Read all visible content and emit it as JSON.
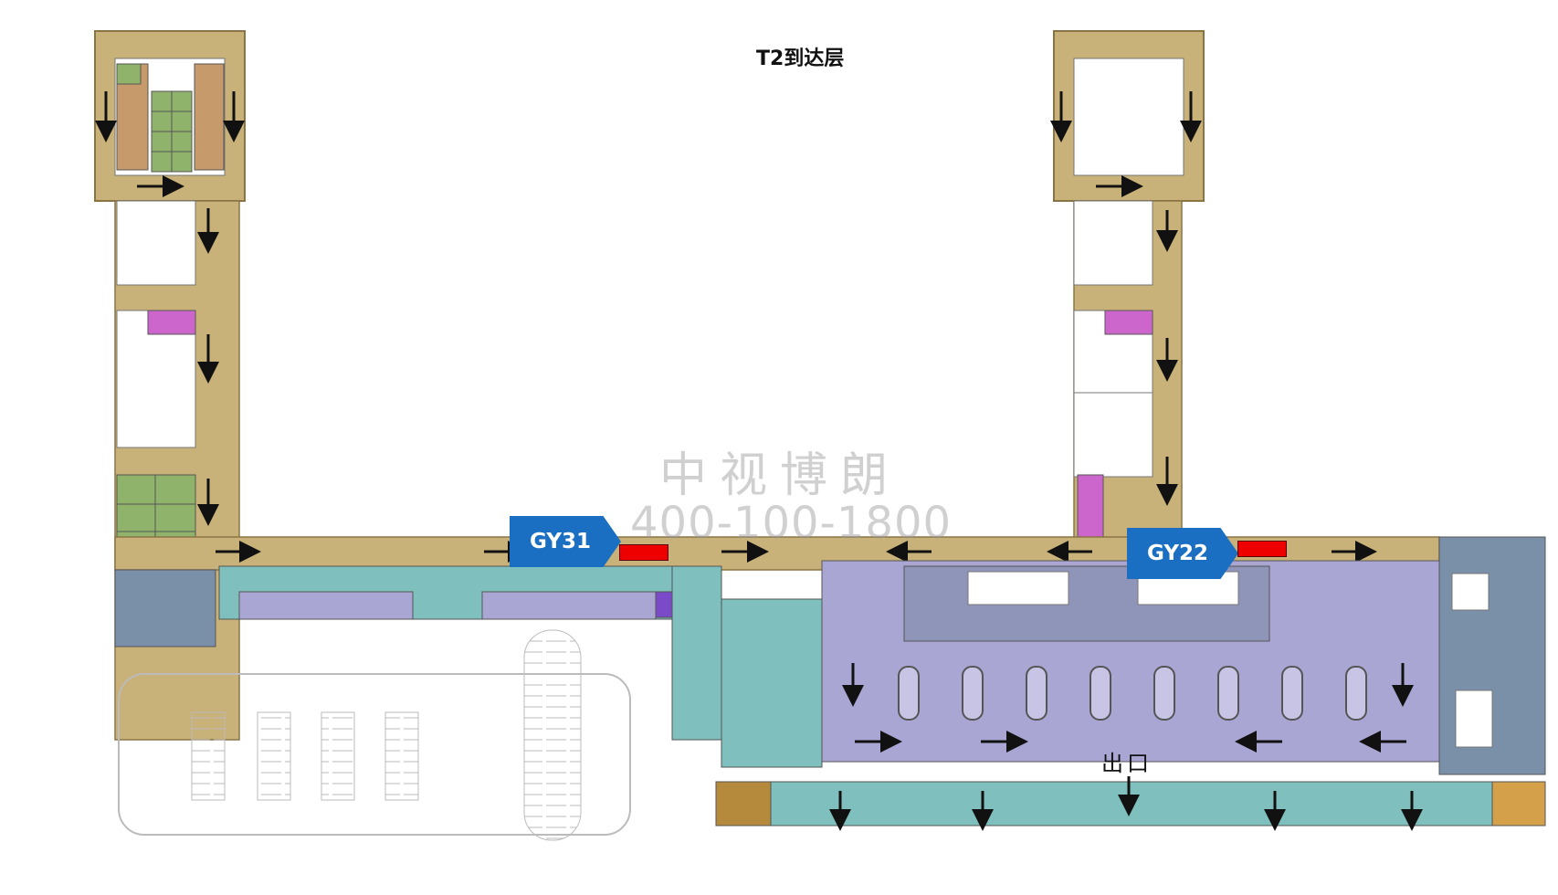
{
  "map": {
    "title": "T2到达层",
    "watermark_name": "中视博朗",
    "watermark_phone": "400-100-1800",
    "exit_label": "出口",
    "colors": {
      "corridor": "#c9b27a",
      "corridor_edge": "#8a7444",
      "baggage_hall": "#a9a6d4",
      "teal_zone": "#7fc0bf",
      "ad_marker": "#ee0000",
      "tag_blue": "#1b6fc2"
    }
  },
  "ad_positions": [
    {
      "code": "GY31"
    },
    {
      "code": "GY22"
    }
  ]
}
